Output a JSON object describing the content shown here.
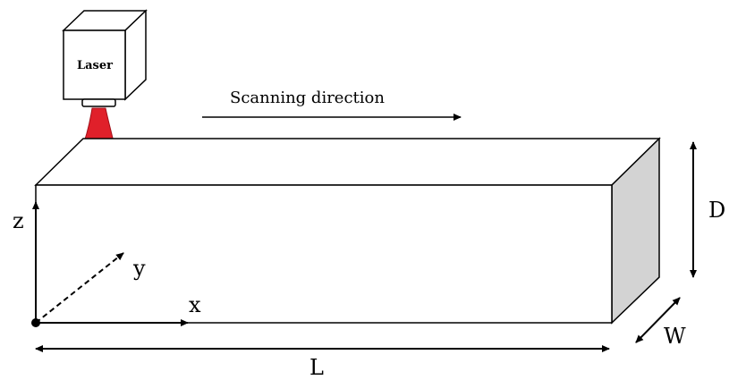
{
  "laser": {
    "label": "Laser"
  },
  "scan": {
    "label": "Scanning direction"
  },
  "axes": {
    "z": "z",
    "y": "y",
    "x": "x"
  },
  "dimensions": {
    "depth": "D",
    "width": "W",
    "length": "L"
  },
  "colors": {
    "beam": "#e0202a",
    "side_face": "#d3d3d3",
    "laser_box": "#ffffff",
    "stroke": "#000000"
  }
}
